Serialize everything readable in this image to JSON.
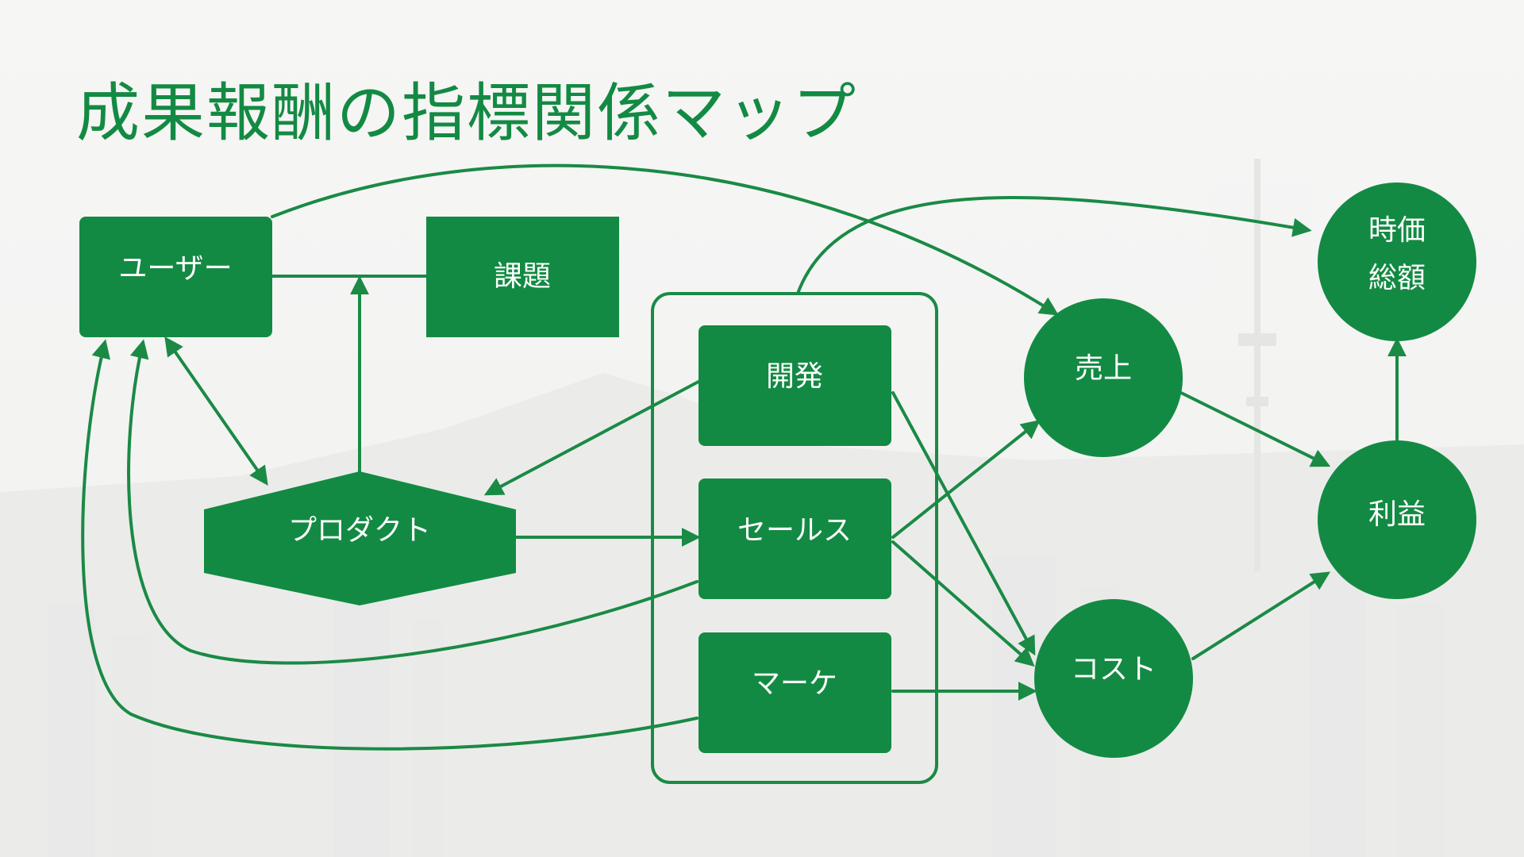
{
  "title": "成果報酬の指標関係マップ",
  "colors": {
    "accent": "#138a43",
    "background": "#f5f5f4"
  },
  "nodes": {
    "user": "ユーザー",
    "issue": "課題",
    "product": "プロダクト",
    "dev": "開発",
    "sales": "セールス",
    "marketing": "マーケ",
    "revenue": "売上",
    "cost": "コスト",
    "profit": "利益",
    "market_cap_line1": "時価",
    "market_cap_line2": "総額"
  }
}
